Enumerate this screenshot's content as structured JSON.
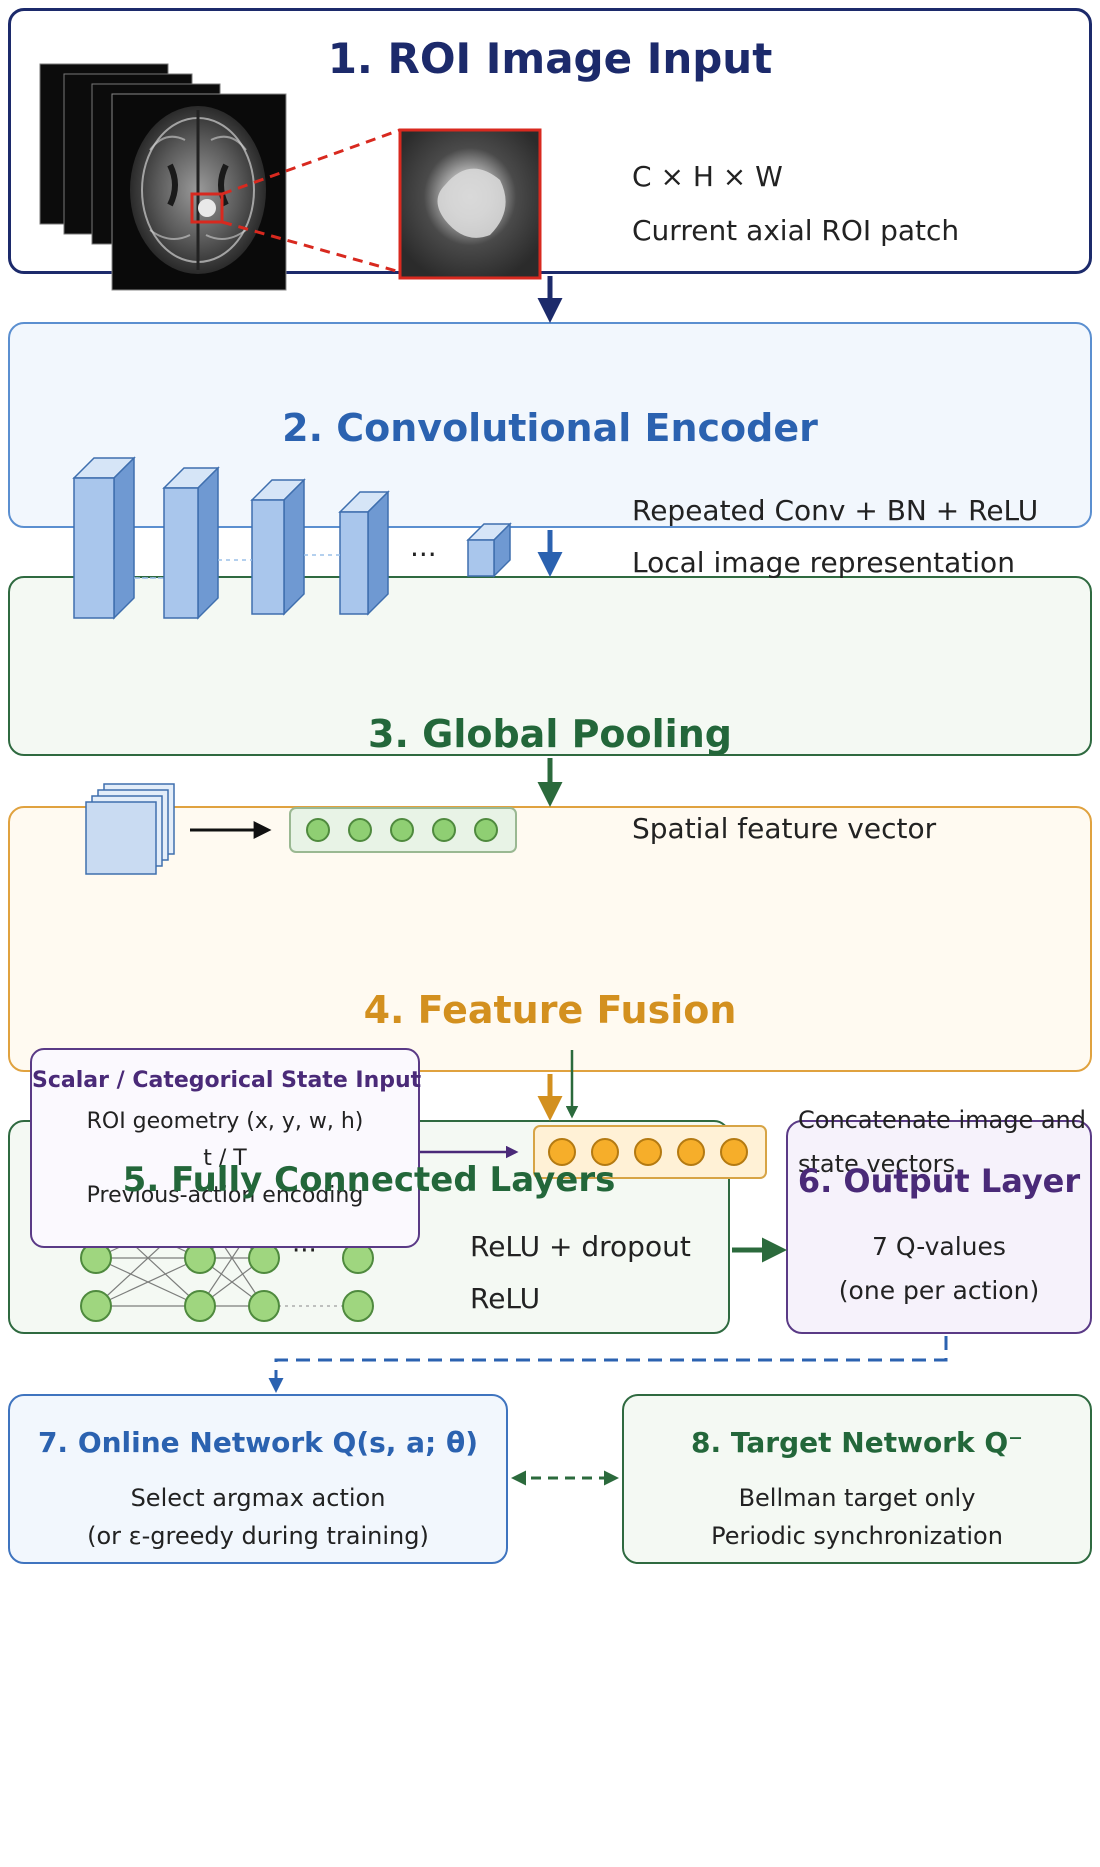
{
  "stage1": {
    "title": "1. ROI Image Input",
    "line1": "C × H × W",
    "line2": "Current axial ROI patch"
  },
  "stage2": {
    "title": "2. Convolutional Encoder",
    "line1": "Repeated Conv + BN + ReLU",
    "line2": "Local image representation",
    "ellipsis": "···"
  },
  "stage3": {
    "title": "3. Global Pooling",
    "line1": "Spatial feature vector"
  },
  "stage4": {
    "title": "4. Feature Fusion",
    "state_title": "Scalar / Categorical State Input",
    "state_lines": [
      "ROI geometry (x, y, w, h)",
      "t / T",
      "Previous-action encoding"
    ],
    "line1": "Concatenate image and",
    "line2": "state vectors"
  },
  "stage5": {
    "title": "5. Fully Connected Layers",
    "line1": "ReLU + dropout",
    "line2": "ReLU",
    "ellipsis": "···"
  },
  "stage6": {
    "title": "6. Output Layer",
    "line1": "7 Q-values",
    "line2": "(one per action)"
  },
  "stage7": {
    "title": "7. Online Network Q(s, a; θ)",
    "line1": "Select argmax action",
    "line2": "(or ε-greedy during training)"
  },
  "stage8": {
    "title": "8. Target Network Q⁻",
    "line1": "Bellman target only",
    "line2": "Periodic synchronization"
  },
  "colors": {
    "navy": "#1c2a6b",
    "blue": "#2b62b0",
    "green": "#23673a",
    "orange": "#d3901f",
    "purple": "#4a2a78",
    "red": "#d8291f"
  }
}
